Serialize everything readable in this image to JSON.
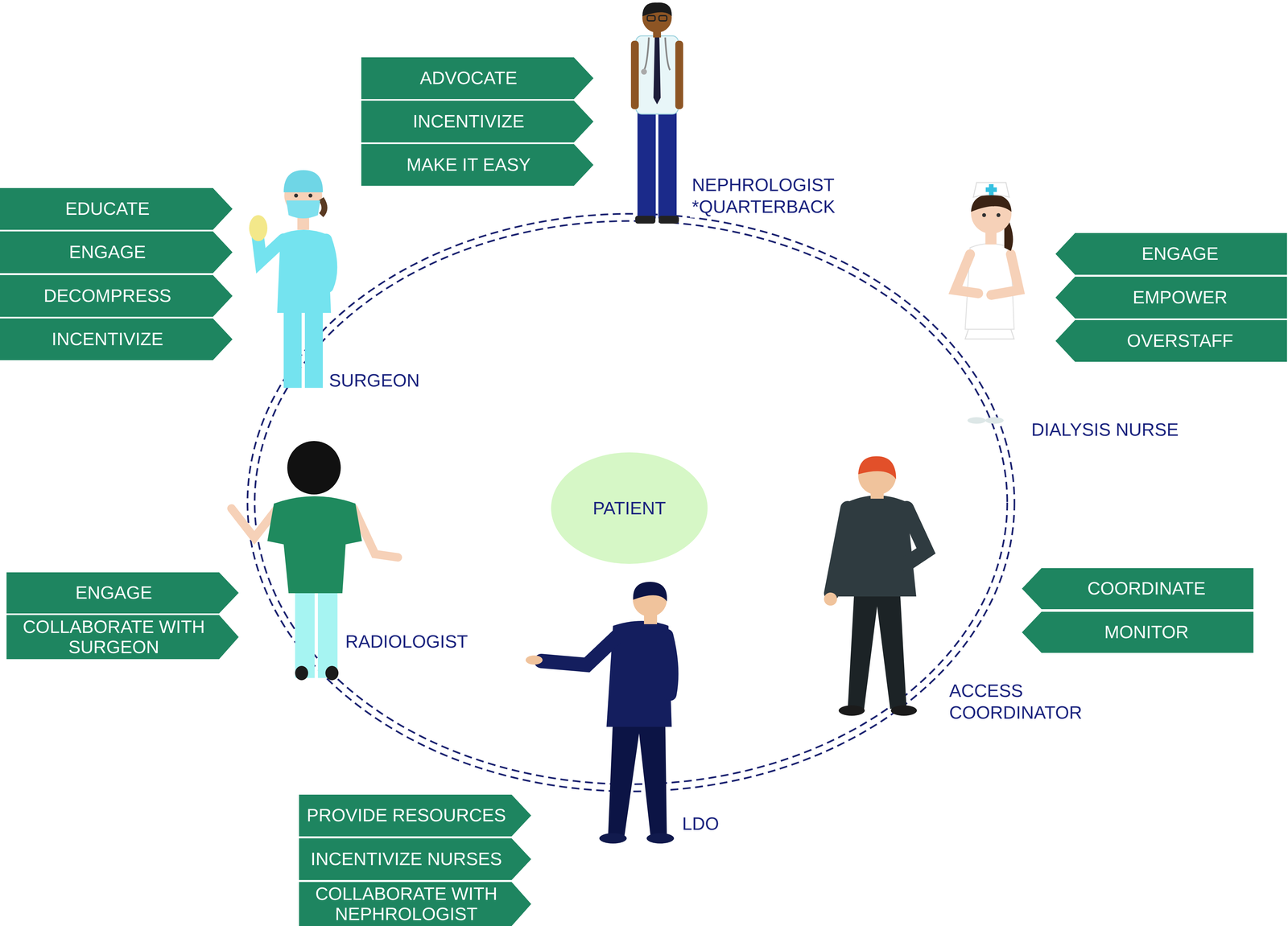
{
  "diagram": {
    "nodes": [
      {
        "text": [
          "ADVOCATE"
        ]
      },
      {
        "text": [
          "INCENTIVIZE"
        ]
      },
      {
        "text": [
          "MAKE IT EASY"
        ]
      },
      {
        "text": [
          "EDUCATE"
        ]
      },
      {
        "text": [
          "ENGAGE"
        ]
      },
      {
        "text": [
          "DECOMPRESS"
        ]
      },
      {
        "text": [
          "INCENTIVIZE"
        ]
      },
      {
        "text": [
          "ENGAGE"
        ]
      },
      {
        "text": [
          "EMPOWER"
        ]
      },
      {
        "text": [
          "OVERSTAFF"
        ]
      },
      {
        "text": [
          "PATIENT"
        ]
      },
      {
        "text": [
          "ENGAGE"
        ]
      },
      {
        "text": [
          "COLLABORATE WITH SURGEON"
        ]
      },
      {
        "text": [
          "COORDINATE"
        ]
      },
      {
        "text": [
          "MONITOR"
        ]
      },
      {
        "text": [
          "PROVIDE RESOURCES"
        ]
      },
      {
        "text": [
          "INCENTIVIZE NURSES"
        ]
      },
      {
        "text": [
          "COLLABORATE WITH NEPHROLOGIST"
        ]
      }
    ],
    "labels": [
      "NEPHROLOGIST *QUARTERBACK",
      "SURGEON",
      "DIALYSIS NURSE",
      "RADIOLOGIST",
      "ACCESS COORDINATOR",
      "LDO"
    ]
  }
}
